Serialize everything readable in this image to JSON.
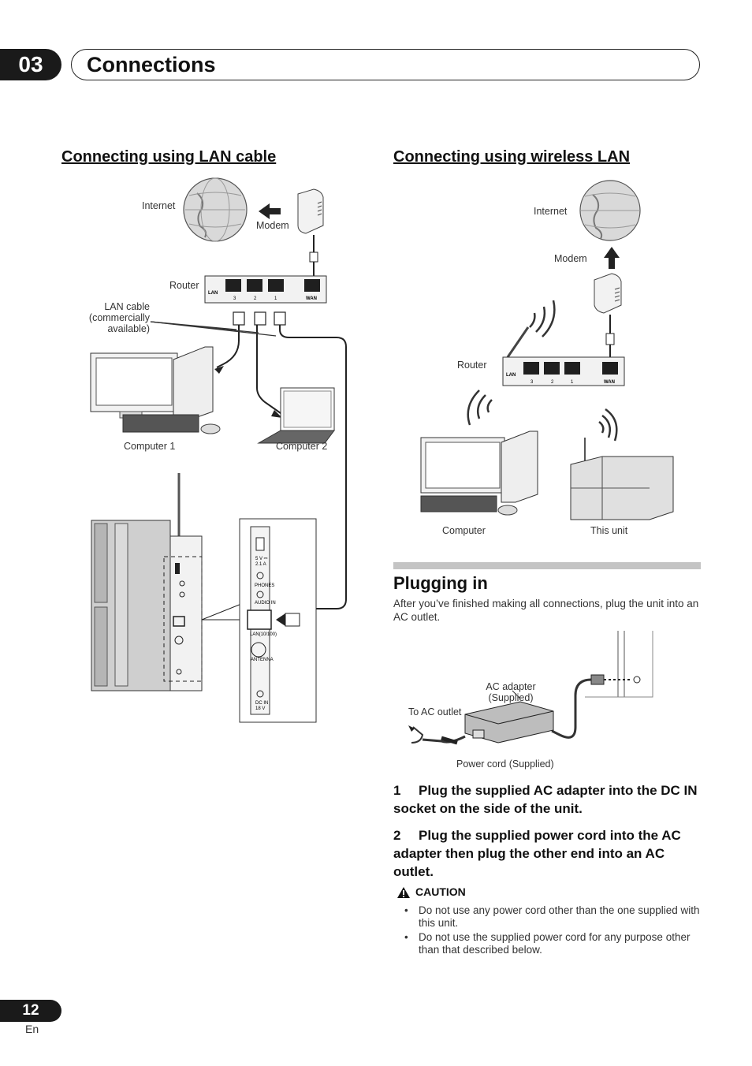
{
  "header": {
    "chapter_number": "03",
    "chapter_title": "Connections"
  },
  "lan_section": {
    "heading": "Connecting using LAN cable",
    "labels": {
      "internet": "Internet",
      "modem": "Modem",
      "router": "Router",
      "lan_cable": [
        "LAN cable",
        "(commercially",
        "available)"
      ],
      "computer1": "Computer 1",
      "computer2": "Computer 2"
    },
    "router_port_labels": {
      "lan": "LAN",
      "p3": "3",
      "p2": "2",
      "p1": "1",
      "wan": "WAN"
    },
    "panel_labels": {
      "usb": "5 V ⎓",
      "usb2": "2.1 A",
      "phones": "PHONES",
      "audio_in": "AUDIO IN",
      "lan": "LAN(10/100)",
      "antenna": "ANTENNA",
      "dc_in": "DC IN",
      "dc_in2": "18 V"
    }
  },
  "wireless_section": {
    "heading": "Connecting using wireless LAN",
    "labels": {
      "internet": "Internet",
      "modem": "Modem",
      "router": "Router",
      "computer": "Computer",
      "this_unit": "This unit"
    }
  },
  "plugging": {
    "heading": "Plugging in",
    "intro": "After you’ve finished making all connections, plug the unit into an AC outlet.",
    "labels": {
      "ac_adapter": [
        "AC adapter",
        "(Supplied)"
      ],
      "to_ac_outlet": "To AC outlet",
      "power_cord": "Power cord (Supplied)"
    },
    "steps": [
      {
        "num": "1",
        "text": "Plug the supplied AC adapter into the DC IN socket on the side of the unit."
      },
      {
        "num": "2",
        "text": "Plug the supplied power cord into the AC adapter then plug the other end into an AC outlet."
      }
    ],
    "caution_title": "CAUTION",
    "caution_items": [
      "Do not use any power cord other than the one supplied with this unit.",
      "Do not use the supplied power cord for any purpose other than that described below."
    ]
  },
  "footer": {
    "page_number": "12",
    "lang": "En"
  }
}
